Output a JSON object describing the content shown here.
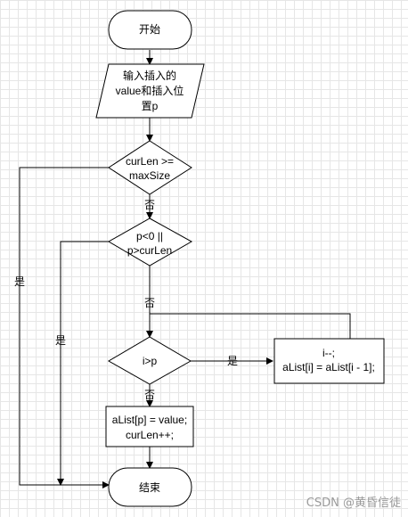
{
  "nodes": {
    "start": "开始",
    "input_line1": "输入插入的",
    "input_line2": "value和插入位",
    "input_line3": "置p",
    "check_full_line1": "curLen >=",
    "check_full_line2": "maxSize",
    "check_pos_line1": "p<0 ||",
    "check_pos_line2": "p>curLen",
    "check_loop": "i>p",
    "shift_line1": "i--;",
    "shift_line2": "aList[i] = aList[i - 1];",
    "assign_line1": "aList[p] = value;",
    "assign_line2": "curLen++;",
    "end": "结束"
  },
  "edge_labels": {
    "full_no": "否",
    "full_yes": "是",
    "pos_no": "否",
    "pos_yes": "是",
    "loop_yes": "是",
    "loop_no": "否"
  },
  "watermark": "CSDN @黄昏信徒"
}
